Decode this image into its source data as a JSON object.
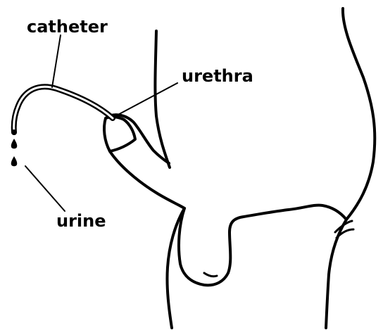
{
  "labels": {
    "catheter": "catheter",
    "urethra": "urethra",
    "urine": "urine"
  },
  "colors": {
    "line": "#000000",
    "background": "#ffffff"
  }
}
